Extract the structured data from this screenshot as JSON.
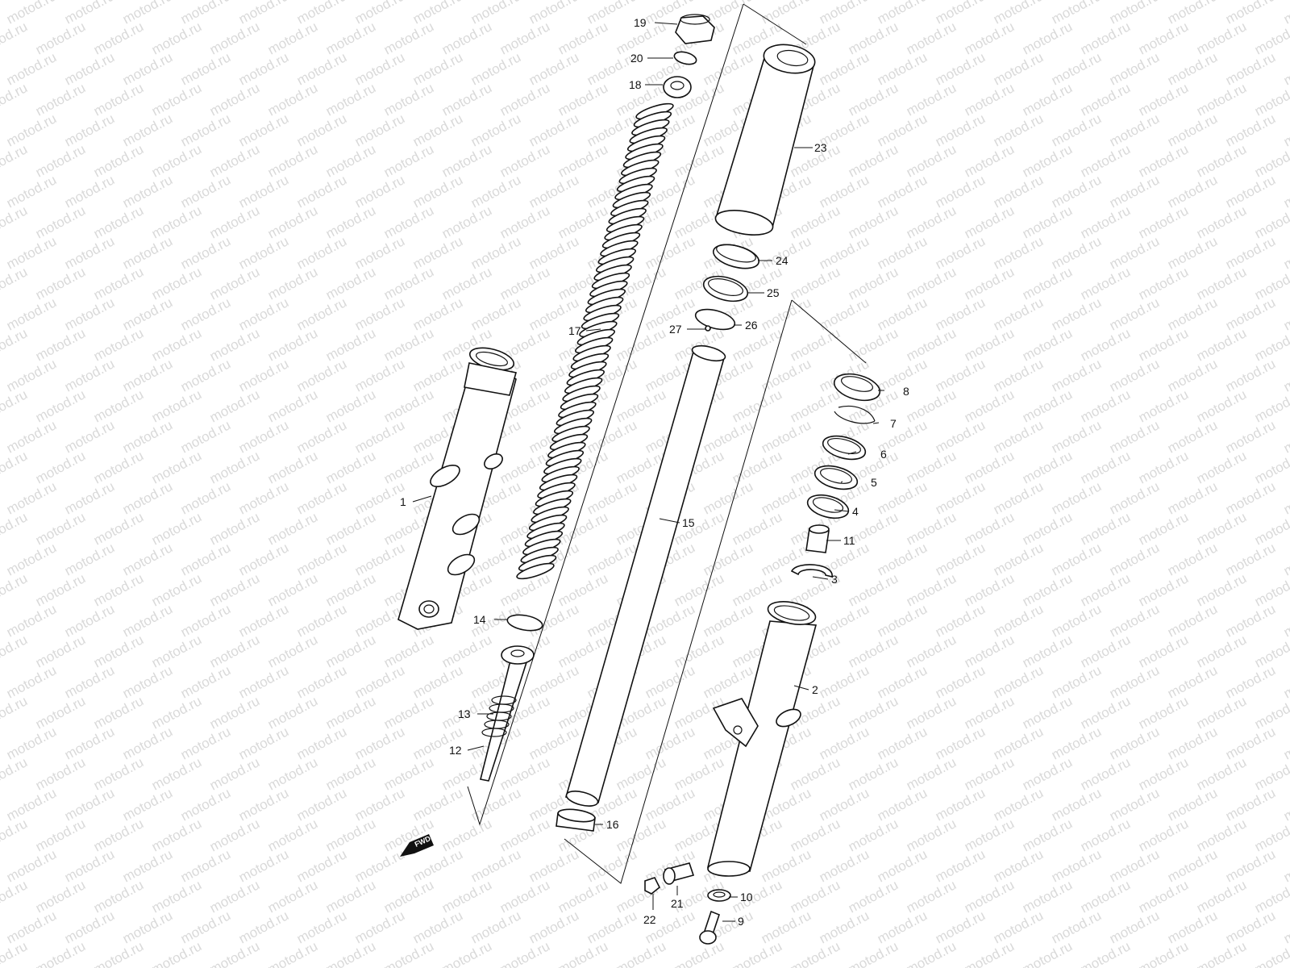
{
  "watermark": {
    "text": "motod.ru"
  },
  "fwd_label": "FWD",
  "callouts": {
    "p1": "1",
    "p2": "2",
    "p3": "3",
    "p4": "4",
    "p5": "5",
    "p6": "6",
    "p7": "7",
    "p8": "8",
    "p9": "9",
    "p10": "10",
    "p11": "11",
    "p12": "12",
    "p13": "13",
    "p14": "14",
    "p15": "15",
    "p16": "16",
    "p17": "17",
    "p18": "18",
    "p19": "19",
    "p20": "20",
    "p21": "21",
    "p22": "22",
    "p23": "23",
    "p24": "24",
    "p25": "25",
    "p26": "26",
    "p27": "27"
  },
  "colors": {
    "line": "#111111",
    "watermark": "#d9d9d9",
    "background": "#ffffff"
  }
}
